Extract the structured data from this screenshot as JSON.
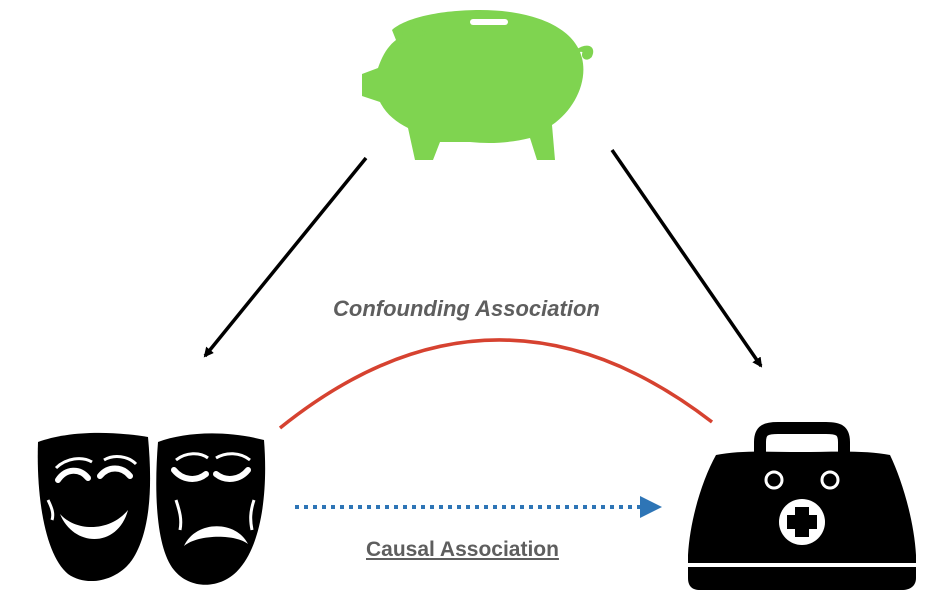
{
  "labels": {
    "confounding": "Confounding Association",
    "causal": "Causal Association"
  },
  "nodes": [
    {
      "id": "confounder",
      "icon": "piggy-bank-icon",
      "color": "#7fd450"
    },
    {
      "id": "exposure",
      "icon": "theater-masks-icon",
      "color": "#000000"
    },
    {
      "id": "outcome",
      "icon": "medical-bag-icon",
      "color": "#000000"
    }
  ],
  "edges": [
    {
      "from": "confounder",
      "to": "exposure",
      "style": "solid-arrow",
      "color": "#000000"
    },
    {
      "from": "confounder",
      "to": "outcome",
      "style": "solid-arrow",
      "color": "#000000"
    },
    {
      "from": "exposure",
      "to": "outcome",
      "style": "curve",
      "color": "#d64230",
      "label": "confounding"
    },
    {
      "from": "exposure",
      "to": "outcome",
      "style": "dotted-arrow",
      "color": "#2e75b6",
      "label": "causal"
    }
  ]
}
